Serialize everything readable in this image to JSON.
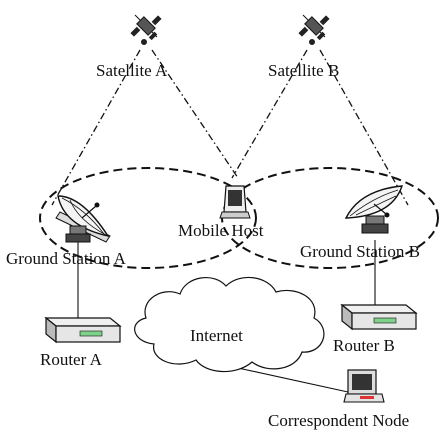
{
  "labels": {
    "satellite_a": "Satellite A",
    "satellite_b": "Satellite B",
    "mobile_host": "Mobile Host",
    "ground_station_a": "Ground Station A",
    "ground_station_b": "Ground Station B",
    "internet": "Internet",
    "router_a": "Router A",
    "router_b": "Router B",
    "correspondent_node": "Correspondent Node"
  },
  "colors": {
    "line": "#111111",
    "fill_light": "#f2f2f2",
    "fill_dark": "#333333",
    "led": "#7fd18a"
  }
}
